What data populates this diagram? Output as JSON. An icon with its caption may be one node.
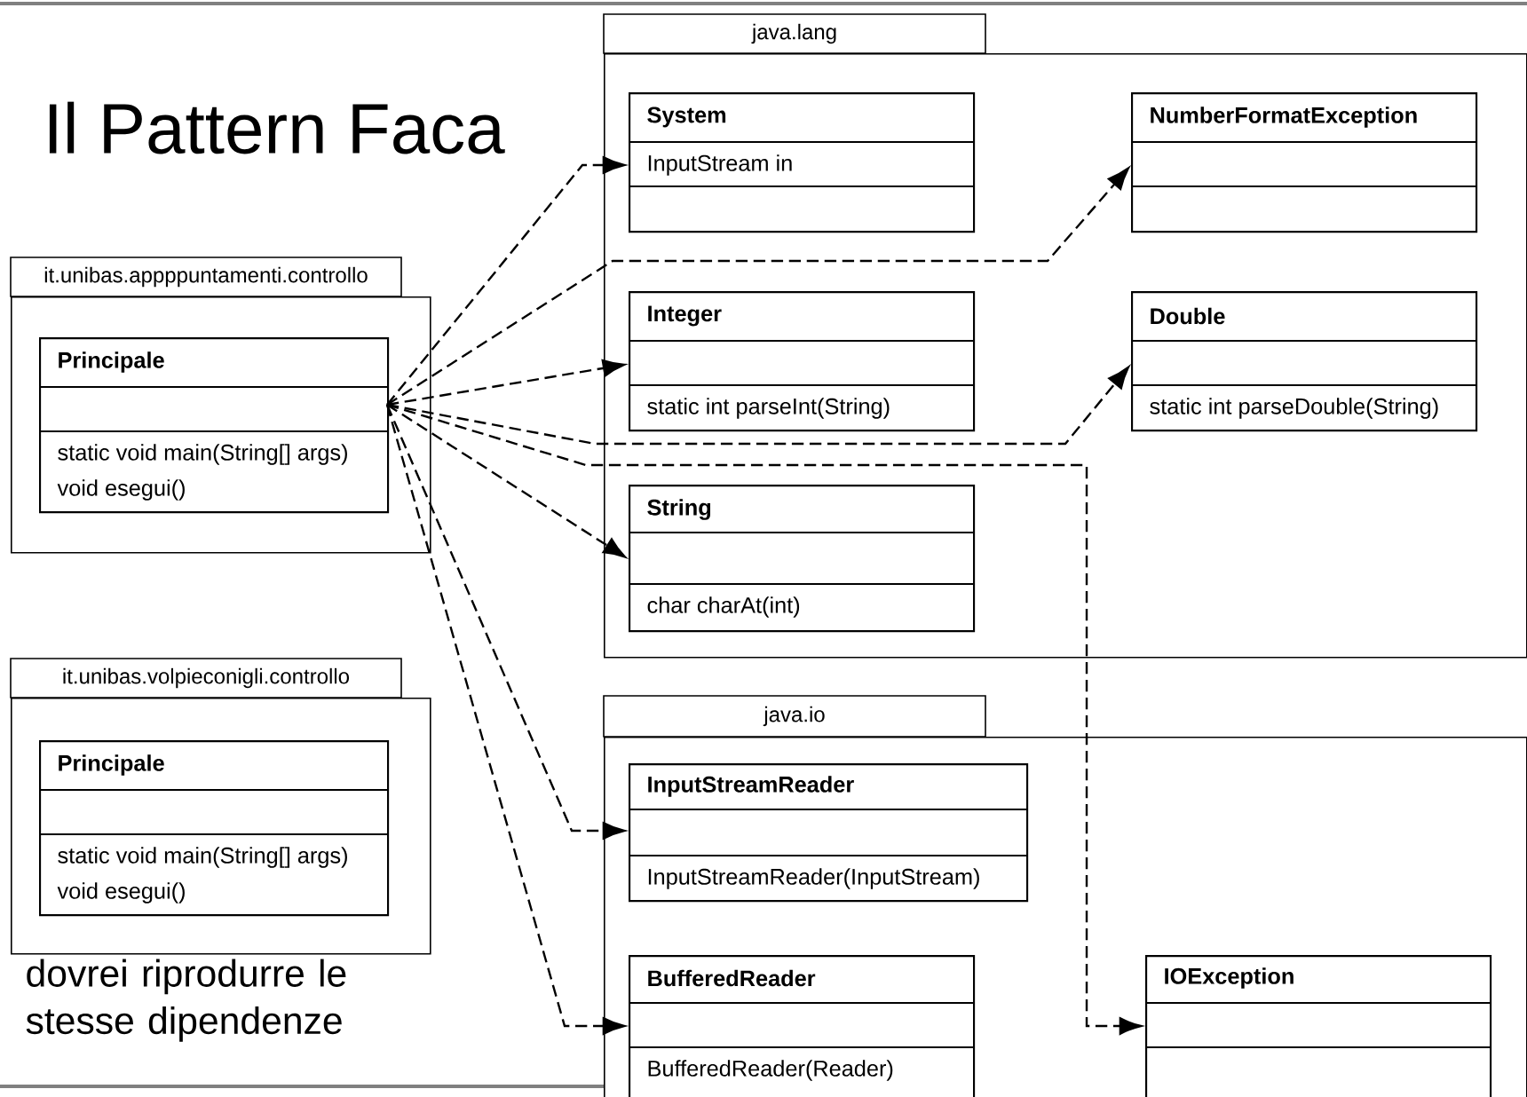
{
  "diagram": {
    "title": "Il Pattern Faca",
    "nodes": [
      {
        "text": [
          "it.unibas.appppuntamenti.controllo"
        ]
      },
      {
        "text": [
          "Principale",
          "static void main(String[] args)",
          "void esegui()"
        ],
        "in": 0
      },
      {
        "text": [
          "it.unibas.volpieconigli.controllo"
        ]
      },
      {
        "text": [
          "Principale",
          "static void main(String[] args)",
          "void esegui()"
        ],
        "in": 2
      },
      {
        "text": [
          "java.lang"
        ]
      },
      {
        "text": [
          "System",
          "InputStream in"
        ],
        "in": 4
      },
      {
        "text": [
          "NumberFormatException"
        ],
        "in": 4
      },
      {
        "text": [
          "Integer",
          "static int parseInt(String)"
        ],
        "in": 4
      },
      {
        "text": [
          "Double",
          "static int parseDouble(String)"
        ],
        "in": 4
      },
      {
        "text": [
          "String",
          "char charAt(int)"
        ],
        "in": 4
      },
      {
        "text": [
          "java.io"
        ]
      },
      {
        "text": [
          "InputStreamReader",
          "InputStreamReader(InputStream)"
        ],
        "in": 10
      },
      {
        "text": [
          "BufferedReader",
          "BufferedReader(Reader)"
        ],
        "in": 10
      },
      {
        "text": [
          "IOException"
        ],
        "in": 10
      }
    ],
    "edges": [
      {
        "from": 1,
        "to": 5,
        "arrow": "to",
        "style": "dashed"
      },
      {
        "from": 1,
        "to": 6,
        "arrow": "to",
        "style": "dashed"
      },
      {
        "from": 1,
        "to": 7,
        "arrow": "to",
        "style": "dashed"
      },
      {
        "from": 1,
        "to": 8,
        "arrow": "to",
        "style": "dashed"
      },
      {
        "from": 1,
        "to": 9,
        "arrow": "to",
        "style": "dashed"
      },
      {
        "from": 1,
        "to": 11,
        "arrow": "to",
        "style": "dashed"
      },
      {
        "from": 1,
        "to": 12,
        "arrow": "to",
        "style": "dashed"
      },
      {
        "from": 1,
        "to": 13,
        "arrow": "to",
        "style": "dashed"
      }
    ],
    "labels": [
      "dovrei riprodurre le stesse dipendenze"
    ]
  }
}
